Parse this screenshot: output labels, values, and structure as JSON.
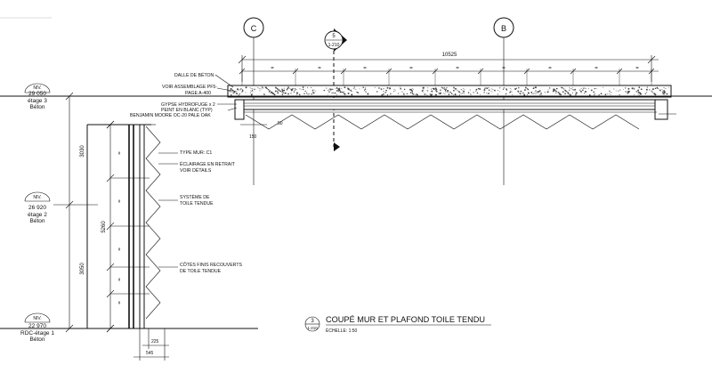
{
  "gridlines": [
    {
      "label": "C"
    },
    {
      "label": "B"
    }
  ],
  "section_marker": {
    "number": "5",
    "sheet": "1-210"
  },
  "top_dimension": "10525",
  "equal_marks": [
    "=",
    "=",
    "=",
    "=",
    "=",
    "=",
    "=",
    "=",
    "="
  ],
  "vertical_equal_marks": [
    "=",
    "=",
    "=",
    "=",
    "="
  ],
  "levels": [
    {
      "name": "NIV.",
      "elev": "29 050",
      "floor": "étage 3",
      "material": "Béton"
    },
    {
      "name": "NIV.",
      "elev": "26 920",
      "floor": "étage 2",
      "material": "Béton"
    },
    {
      "name": "NIV.",
      "elev": "22 970",
      "floor": "RDC-étage 1",
      "material": "Béton"
    }
  ],
  "ceiling_notes": [
    "DALLE DE BÉTON",
    "VOIR ASSEMBLAGE PF5-",
    "PAGE A-400",
    "GYPSE HYDROFUGE x 2",
    "PEINT EN BLANC (TYP)",
    "BENJAMIN MOORE OC-20 PALE OAK"
  ],
  "wall_notes": [
    "TYPE MUR: C1",
    "ÉCLAIRAGE EN RETRAIT",
    "VOIR DÉTAILS",
    "SYSTÈME DE",
    "TOILE TENDUE",
    "CÔTÉS FINIS RECOUVERTS",
    "DE TOILE TENDUE"
  ],
  "dimensions": {
    "story_upper": "3030",
    "story_lower": "3050",
    "wall_height": "5260",
    "offset_150": "150",
    "offset_50": "50",
    "base_225": "225",
    "base_545": "545"
  },
  "title_block": {
    "number": "3",
    "sheet": "1-210",
    "title": "COUPÉ MUR ET PLAFOND TOILE TENDU",
    "scale": "ÉCHELLE: 1:50"
  },
  "colors": {
    "ink": "#111111",
    "hatch": "#444444",
    "grid": "#bdbdbd",
    "background": "#ffffff"
  }
}
